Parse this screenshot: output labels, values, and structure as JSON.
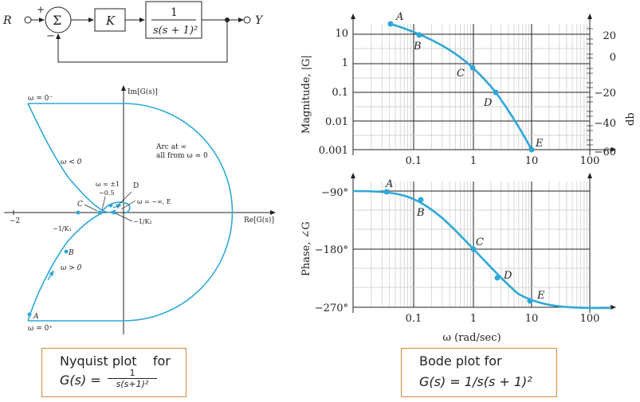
{
  "block_diagram": {
    "input": "R",
    "output": "Y",
    "sum_symbol": "Σ",
    "plus_sign": "+",
    "minus_sign": "−",
    "gain": "K",
    "plant_num": "1",
    "plant_den": "s(s + 1)²"
  },
  "nyquist": {
    "im_label": "Im[G(s)]",
    "re_label": "Re[G(s)]",
    "tick_minus2": "−2",
    "w_0minus": "ω = 0⁻",
    "w_0plus": "ω = 0⁺",
    "w_lt0": "ω < 0",
    "w_gt0": "ω > 0",
    "arc_line1": "Arc at ∞",
    "arc_line2": "all from ω ≈ 0",
    "w_pm1": "ω = ±1",
    "minus05": "−0.5",
    "w_inf": "ω = −∞, E",
    "inv_k1": "−1/K₁",
    "inv_k2": "−1/K₂",
    "pt_A": "A",
    "pt_B": "B",
    "pt_C": "C",
    "pt_D": "D"
  },
  "bode_mag": {
    "ylabel": "Magnitude, |G|",
    "right_label": "db",
    "yticks": [
      "10",
      "1",
      "0.1",
      "0.01",
      "0.001"
    ],
    "db_ticks": [
      "20",
      "0",
      "−20",
      "−40",
      "−60"
    ],
    "xticks": [
      "0.1",
      "1",
      "10",
      "100"
    ],
    "pts": [
      "A",
      "B",
      "C",
      "D",
      "E"
    ]
  },
  "bode_phase": {
    "ylabel": "Phase, ∠G",
    "yticks": [
      "−90°",
      "−180°",
      "−270°"
    ],
    "xticks": [
      "0.1",
      "1",
      "10",
      "100"
    ],
    "xlabel": "ω (rad/sec)",
    "pts": [
      "A",
      "B",
      "C",
      "D",
      "E"
    ]
  },
  "captions": {
    "nyquist_line1": "Nyquist plot    for",
    "nyquist_line2_pre": "G(s) = ",
    "nyquist_frac_num": "1",
    "nyquist_frac_den": "s(s+1)²",
    "bode_line1": "Bode plot for",
    "bode_line2": "G(s) = 1/s(s + 1)²"
  },
  "colors": {
    "curve": "#2ea8d8",
    "caption_border": "#e0883c"
  }
}
